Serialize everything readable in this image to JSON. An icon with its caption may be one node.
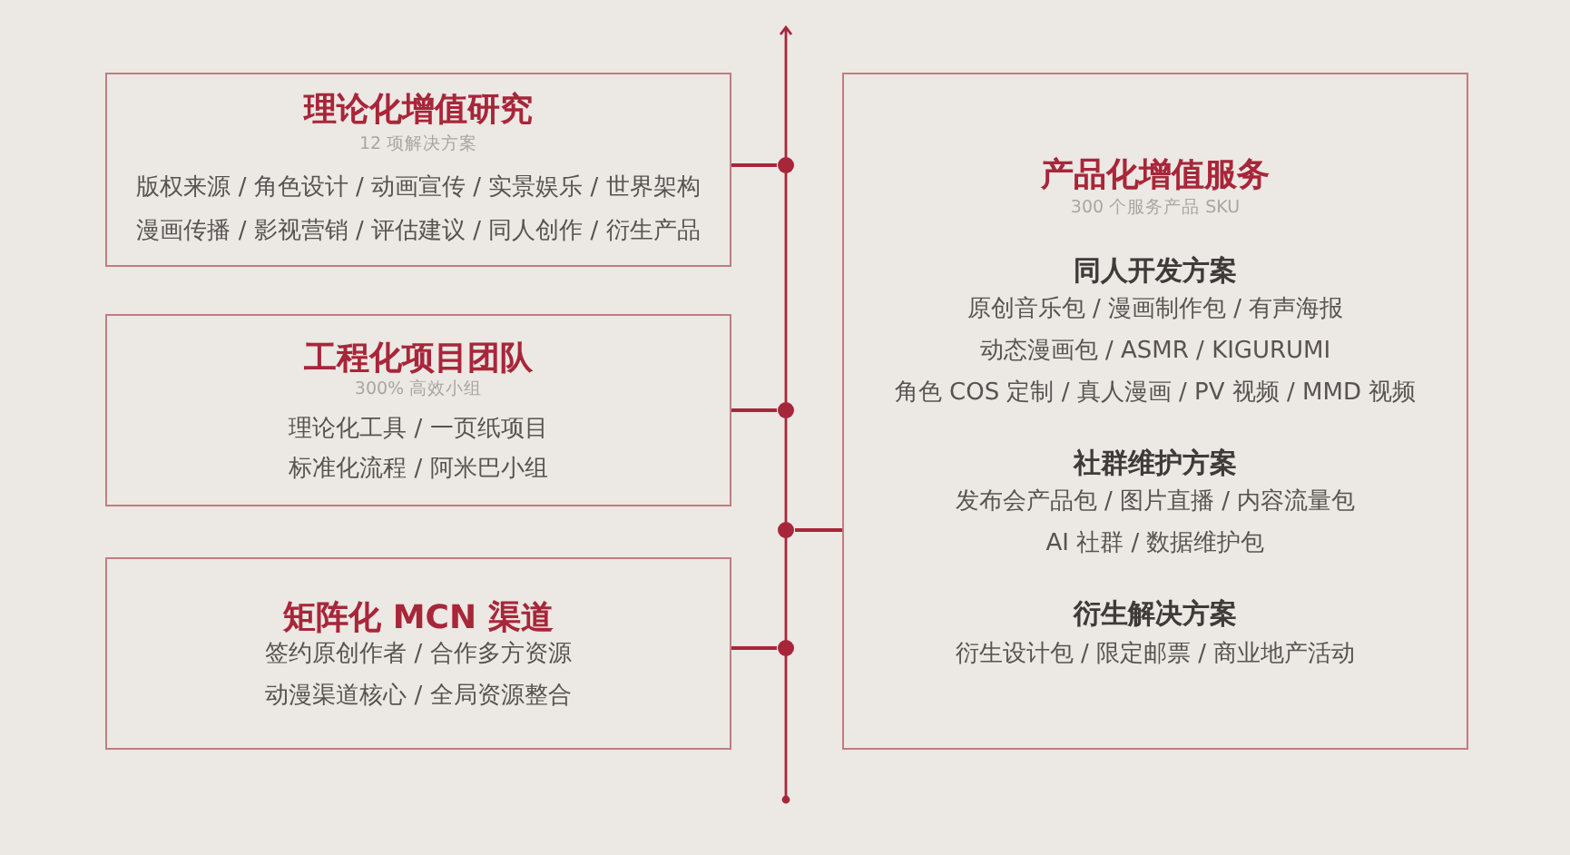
{
  "diagram": {
    "nodes": [
      {
        "text": [
          "理论化增值研究",
          "12 项解决方案",
          "版权来源 / 角色设计 / 动画宣传 / 实景娱乐 / 世界架构",
          "漫画传播 / 影视营销 / 评估建议 / 同人创作 / 衍生产品"
        ]
      },
      {
        "text": [
          "工程化项目团队",
          "300% 高效小组",
          "理论化工具 / 一页纸项目",
          "标准化流程 / 阿米巴小组"
        ]
      },
      {
        "text": [
          "矩阵化 MCN 渠道",
          "签约原创作者 / 合作多方资源",
          "动漫渠道核心 / 全局资源整合"
        ]
      },
      {
        "text": [
          "产品化增值服务",
          "300 个服务产品 SKU",
          "同人开发方案",
          "原创音乐包 / 漫画制作包 / 有声海报",
          "动态漫画包 / ASMR / KIGURUMI",
          "角色 COS 定制 / 真人漫画 / PV 视频 / MMD 视频",
          "社群维护方案",
          "发布会产品包 / 图片直播 / 内容流量包",
          "AI 社群 / 数据维护包",
          "衍生解决方案",
          "衍生设计包 / 限定邮票 / 商业地产活动"
        ]
      },
      {
        "text": [],
        "shape": "line"
      }
    ],
    "edges": [
      {
        "from": 0,
        "to": 4,
        "arrow": "other"
      },
      {
        "from": 1,
        "to": 4,
        "arrow": "other"
      },
      {
        "from": 2,
        "to": 4,
        "arrow": "other"
      },
      {
        "from": 3,
        "to": 4,
        "arrow": "other"
      }
    ]
  }
}
